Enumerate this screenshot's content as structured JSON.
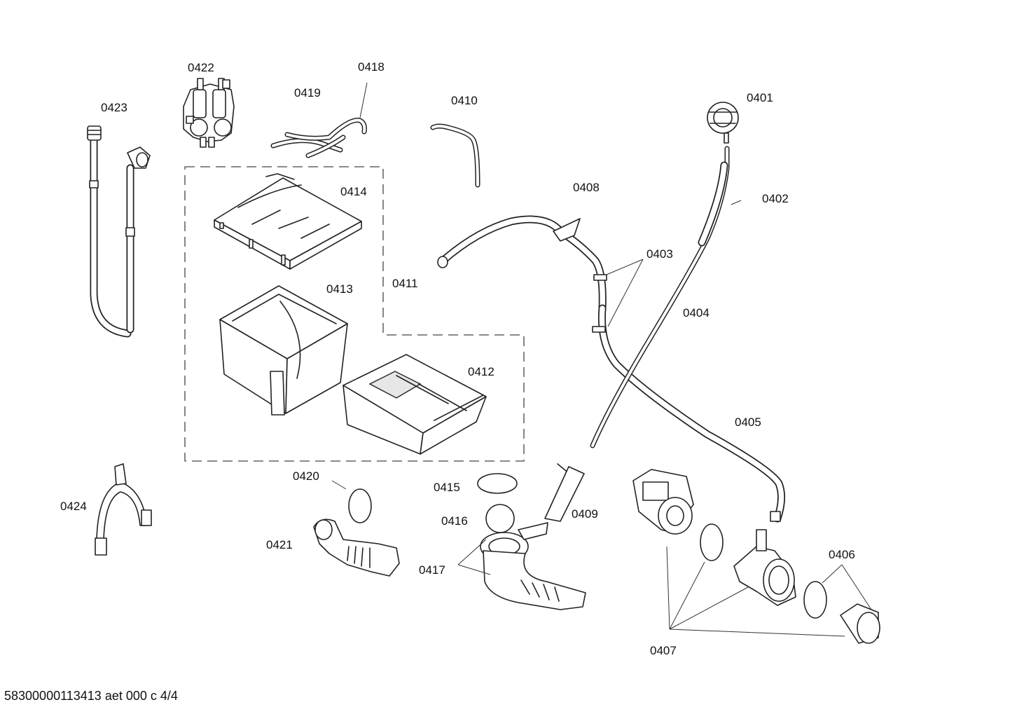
{
  "labels": {
    "p0401": "0401",
    "p0402": "0402",
    "p0403": "0403",
    "p0404": "0404",
    "p0405": "0405",
    "p0406": "0406",
    "p0407": "0407",
    "p0408": "0408",
    "p0409": "0409",
    "p0410": "0410",
    "p0411": "0411",
    "p0412": "0412",
    "p0413": "0413",
    "p0414": "0414",
    "p0415": "0415",
    "p0416": "0416",
    "p0417": "0417",
    "p0418": "0418",
    "p0419": "0419",
    "p0420": "0420",
    "p0421": "0421",
    "p0422": "0422",
    "p0423": "0423",
    "p0424": "0424"
  },
  "footer": "58300000113413 aet 000 c 4/4"
}
